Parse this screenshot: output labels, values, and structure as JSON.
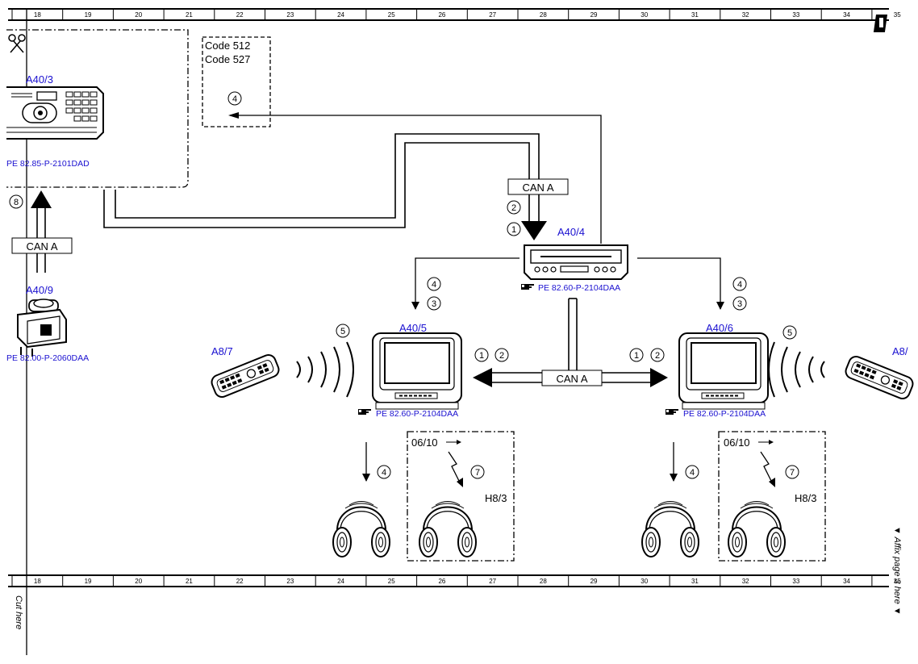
{
  "ruler": {
    "numbers": [
      "18",
      "19",
      "20",
      "21",
      "22",
      "23",
      "24",
      "25",
      "26",
      "27",
      "28",
      "29",
      "30",
      "31",
      "32",
      "33",
      "34",
      "35"
    ]
  },
  "components": {
    "a40_3": {
      "label": "A40/3",
      "ref": "PE 82.85-P-2101DAD"
    },
    "a40_9": {
      "label": "A40/9",
      "ref": "PE 82.00-P-2060DAA"
    },
    "a40_4": {
      "label": "A40/4",
      "ref": "PE 82.60-P-2104DAA"
    },
    "a40_5": {
      "label": "A40/5",
      "ref": "PE 82.60-P-2104DAA"
    },
    "a40_6": {
      "label": "A40/6",
      "ref": "PE 82.60-P-2104DAA"
    },
    "a8_7": {
      "label": "A8/7"
    },
    "a8_right": {
      "label": "A8/"
    },
    "h8_3_left": {
      "label": "H8/3",
      "date": "06/10"
    },
    "h8_3_right": {
      "label": "H8/3",
      "date": "06/10"
    }
  },
  "codes": {
    "line1": "Code 512",
    "line2": "Code 527"
  },
  "can_labels": {
    "top": "CAN A",
    "left": "CAN A",
    "center": "CAN A"
  },
  "markers": {
    "m4_code": "4",
    "m8": "8",
    "m2_top": "2",
    "m1_top": "1",
    "m4_l": "4",
    "m3_l": "3",
    "m4_r": "4",
    "m3_r": "3",
    "m5_l": "5",
    "m5_r": "5",
    "m1_cl": "1",
    "m2_cl": "2",
    "m1_cr": "1",
    "m2_cr": "2",
    "m4_hl": "4",
    "m7_hl": "7",
    "m4_hr": "4",
    "m7_hr": "7"
  },
  "side_text": {
    "affix": "▼ Affix page 3 here ▼",
    "cut": "Cut here"
  },
  "icons": [
    "scissors-icon",
    "pointing-hand-icon",
    "corner-tab-icon",
    "remote-control-icon",
    "headphones-icon",
    "ir-wave-icon",
    "wireless-bolt-icon"
  ],
  "colors": {
    "label": "#1a10d0",
    "line": "#000000"
  }
}
